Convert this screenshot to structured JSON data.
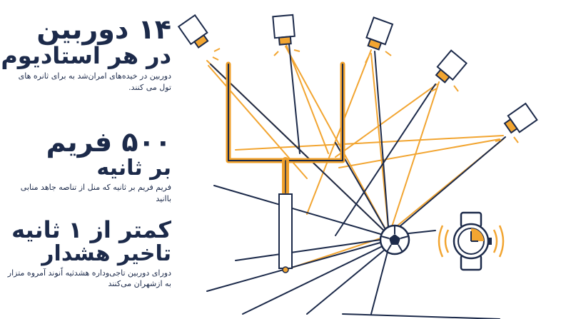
{
  "stats": [
    {
      "headline": "۱۴ دوربین",
      "subhead": "در هر استادیوم",
      "note": "دوربین در خیده‌های امران‌شد به برای ثانره های تول می کنند."
    },
    {
      "headline": "۵۰۰ فریم",
      "subhead": "بر ثانیه",
      "note": "فریم فریم بر ثانیه که منل از تناصه جاهد منابی باانید"
    },
    {
      "headline": "کمتر از ۱ ثانیه",
      "subhead": "تاخیر هشدار",
      "note": "دورای دوربین تاجی‌وداره هشد‌ثیه اًنوند آمروه متزار به ‌ازشهران می‌کنند"
    }
  ],
  "colors": {
    "navy": "#1c2a4a",
    "orange": "#f2a531",
    "goal": "#f0a02a"
  },
  "icons": [
    "camera-icon",
    "soccer-ball-icon",
    "stopwatch-icon",
    "goalpost"
  ]
}
